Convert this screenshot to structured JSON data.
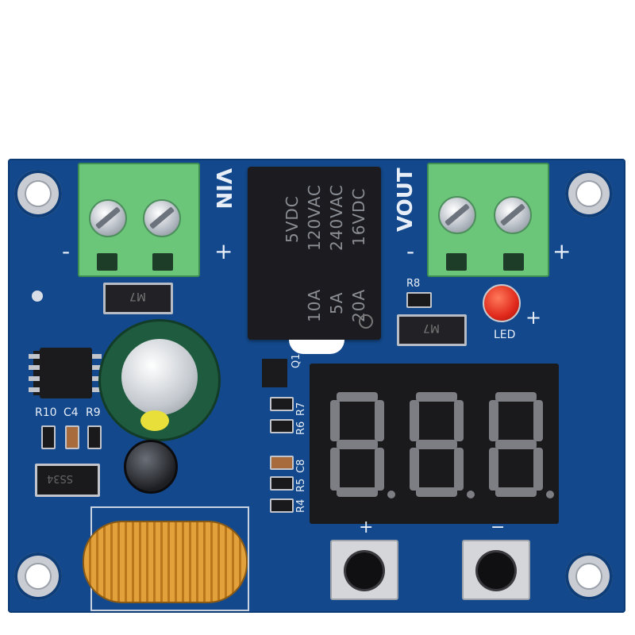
{
  "board": {
    "vin_label": "VIN",
    "vin_minus": "-",
    "vin_plus": "+",
    "vout_label": "VOUT",
    "vout_minus": "-",
    "vout_plus": "+",
    "led_label": "LED",
    "led_plus": "+",
    "btn_plus": "+",
    "btn_minus": "−"
  },
  "relay": {
    "lines": [
      "5VDC",
      "120VAC",
      "240VAC",
      "16VDC"
    ],
    "lines2": [
      "10A",
      "5A",
      "20A"
    ]
  },
  "components": {
    "r8": "R8",
    "q1": "Q1",
    "r7": "R7",
    "r6": "R6",
    "c8": "C8",
    "r5": "R5",
    "r4": "R4",
    "r10": "R10",
    "c4": "C4",
    "r9": "R9",
    "diode_mark": "M7",
    "diode2_mark": "M7",
    "smd_mark": "SS34"
  },
  "display": {
    "digits": [
      "8",
      "8",
      "8"
    ]
  }
}
